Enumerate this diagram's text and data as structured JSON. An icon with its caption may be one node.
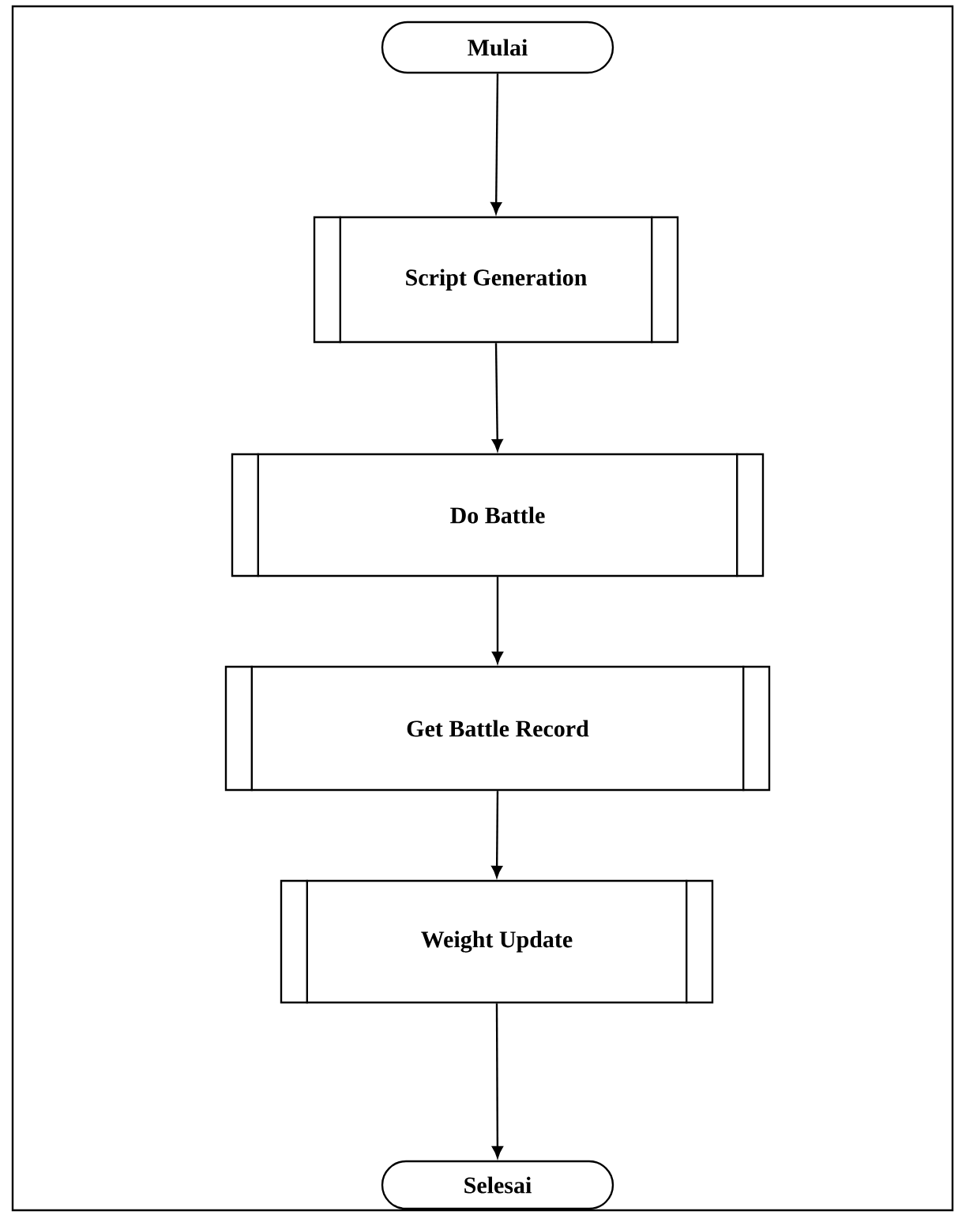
{
  "diagram": {
    "nodes": [
      {
        "text": [
          "Mulai"
        ]
      },
      {
        "text": [
          "Script Generation"
        ]
      },
      {
        "text": [
          "Do Battle"
        ]
      },
      {
        "text": [
          "Get Battle Record"
        ]
      },
      {
        "text": [
          "Weight Update"
        ]
      },
      {
        "text": [
          "Selesai"
        ]
      }
    ],
    "edges": [
      {
        "from": 0,
        "to": 1,
        "arrow": "to"
      },
      {
        "from": 1,
        "to": 2,
        "arrow": "to"
      },
      {
        "from": 2,
        "to": 3,
        "arrow": "to"
      },
      {
        "from": 3,
        "to": 4,
        "arrow": "to"
      },
      {
        "from": 4,
        "to": 5,
        "arrow": "to"
      }
    ]
  }
}
